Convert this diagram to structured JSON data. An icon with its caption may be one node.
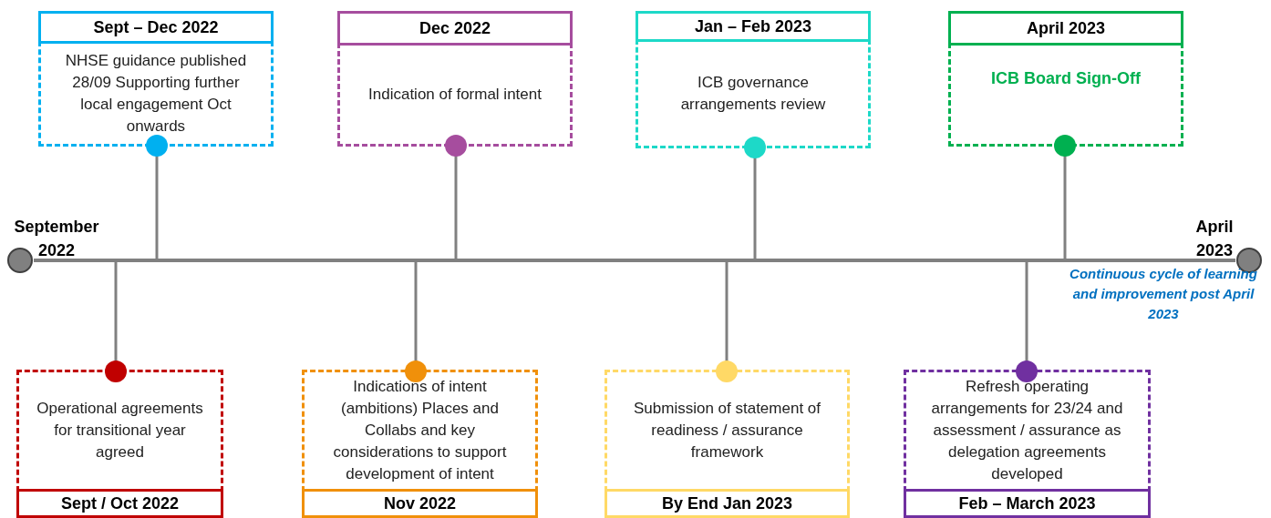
{
  "diagram": {
    "nodes": [
      {
        "text": [],
        "shape": "bar"
      },
      {
        "text": [],
        "shape": "circle",
        "beside": [
          "September 2022"
        ]
      },
      {
        "text": [],
        "shape": "circle",
        "beside": [
          "April 2023"
        ]
      },
      {
        "text": [
          "Sept – Dec 2022",
          "NHSE guidance published 28/09 Supporting further local engagement Oct onwards"
        ]
      },
      {
        "text": [
          "Dec 2022",
          "Indication of formal intent"
        ]
      },
      {
        "text": [
          "Jan – Feb 2023",
          "ICB governance arrangements review"
        ]
      },
      {
        "text": [
          "April 2023",
          "ICB Board Sign-Off"
        ]
      },
      {
        "text": [
          "Operational agreements for transitional year agreed",
          "Sept / Oct 2022"
        ]
      },
      {
        "text": [
          "Indications of intent (ambitions) Places and Collabs and key considerations to support development of intent",
          "Nov 2022"
        ]
      },
      {
        "text": [
          "Submission of statement of readiness / assurance framework",
          "By End Jan 2023"
        ]
      },
      {
        "text": [
          "Refresh operating arrangements for 23/24 and assessment / assurance as delegation agreements developed",
          "Feb – March 2023"
        ]
      }
    ],
    "edges": [
      {
        "from": 3,
        "to": 0,
        "arrow": "other"
      },
      {
        "from": 4,
        "to": 0,
        "arrow": "other"
      },
      {
        "from": 5,
        "to": 0,
        "arrow": "other"
      },
      {
        "from": 6,
        "to": 0,
        "arrow": "other"
      },
      {
        "from": 7,
        "to": 0,
        "arrow": "other"
      },
      {
        "from": 8,
        "to": 0,
        "arrow": "other"
      },
      {
        "from": 9,
        "to": 0,
        "arrow": "other"
      },
      {
        "from": 10,
        "to": 0,
        "arrow": "other"
      }
    ],
    "labels": [
      "Continuous cycle of learning and improvement post April 2023"
    ]
  }
}
